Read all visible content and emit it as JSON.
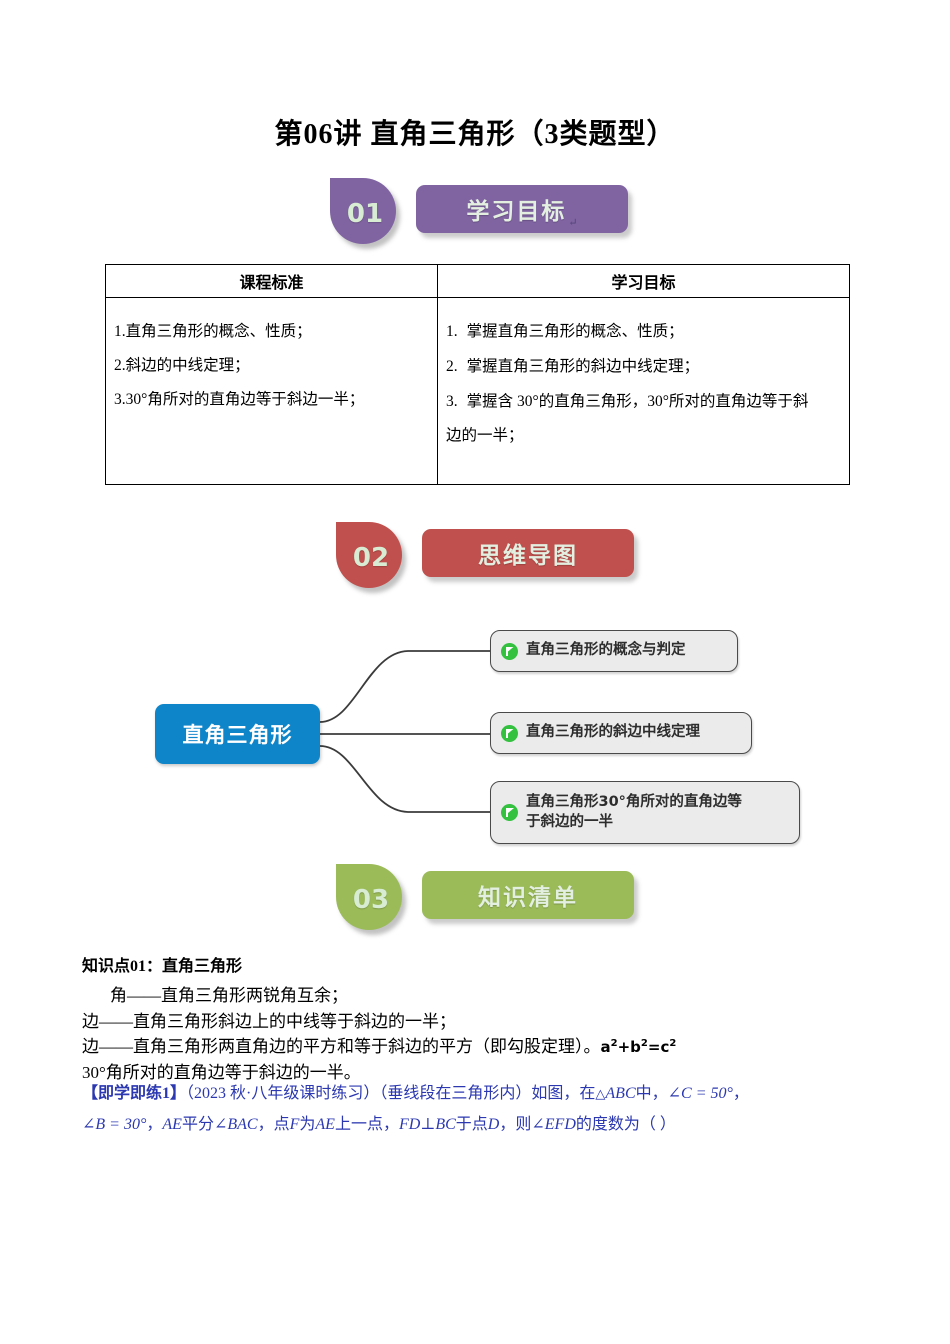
{
  "document": {
    "title": "第06讲 直角三角形（3类题型）"
  },
  "sections": [
    {
      "number": "01",
      "label": "学习目标",
      "color": "#8064a2"
    },
    {
      "number": "02",
      "label": "思维导图",
      "color": "#c0504d"
    },
    {
      "number": "03",
      "label": "知识清单",
      "color": "#9bbb59"
    }
  ],
  "objectives_table": {
    "headers": [
      "课程标准",
      "学习目标"
    ],
    "left_items": [
      "1.直角三角形的概念、性质；",
      "2.斜边的中线定理；",
      "3.30°角所对的直角边等于斜边一半；"
    ],
    "right_items": [
      {
        "num": "1.",
        "text": "掌握直角三角形的概念、性质；"
      },
      {
        "num": "2.",
        "text": "掌握直角三角形的斜边中线定理；"
      },
      {
        "num": "3.",
        "text": "掌握含 30°的直角三角形，30°所对的直角边等于斜",
        "cont": "边的一半；"
      }
    ]
  },
  "mindmap": {
    "root": "直角三角形",
    "root_color": "#0e84c9",
    "node_color": "#ebebeb",
    "icon_color": "#33c13f",
    "nodes": [
      {
        "label": "直角三角形的概念与判定"
      },
      {
        "label": "直角三角形的斜边中线定理"
      },
      {
        "line1": "直角三角形30°角所对的直角边等",
        "line2": "于斜边的一半"
      }
    ]
  },
  "knowledge": {
    "heading": "知识点01：直角三角形",
    "lines": [
      "角——直角三角形两锐角互余；",
      "边——直角三角形斜边上的中线等于斜边的一半；",
      "边——直角三角形两直角边的平方和等于斜边的平方（即勾股定理）。",
      "30°角所对的直角边等于斜边的一半。"
    ],
    "formula": "a²+b²=c²"
  },
  "practice": {
    "tag": "【即学即练1】",
    "source": "（2023 秋·八年级课时练习）",
    "topic": "（垂线段在三角形内）",
    "line1_a": "如图，在",
    "line1_tri": "ABC",
    "line1_b": "中，",
    "line1_angle_c": "C = 50°",
    "line1_end": "，",
    "line2_angle_b": "B = 30°",
    "line2_a": "，",
    "line2_ae": "AE",
    "line2_b": "平分",
    "line2_bac": "BAC",
    "line2_c": "，点",
    "line2_f": "F",
    "line2_d": "为",
    "line2_ae2": "AE",
    "line2_e": "上一点，",
    "line2_fd": "FD",
    "line2_bc": "BC",
    "line2_f2": "于点",
    "line2_dpt": "D",
    "line2_g": "，则",
    "line2_efd": "EFD",
    "line2_h": "的度数为（    ）"
  }
}
